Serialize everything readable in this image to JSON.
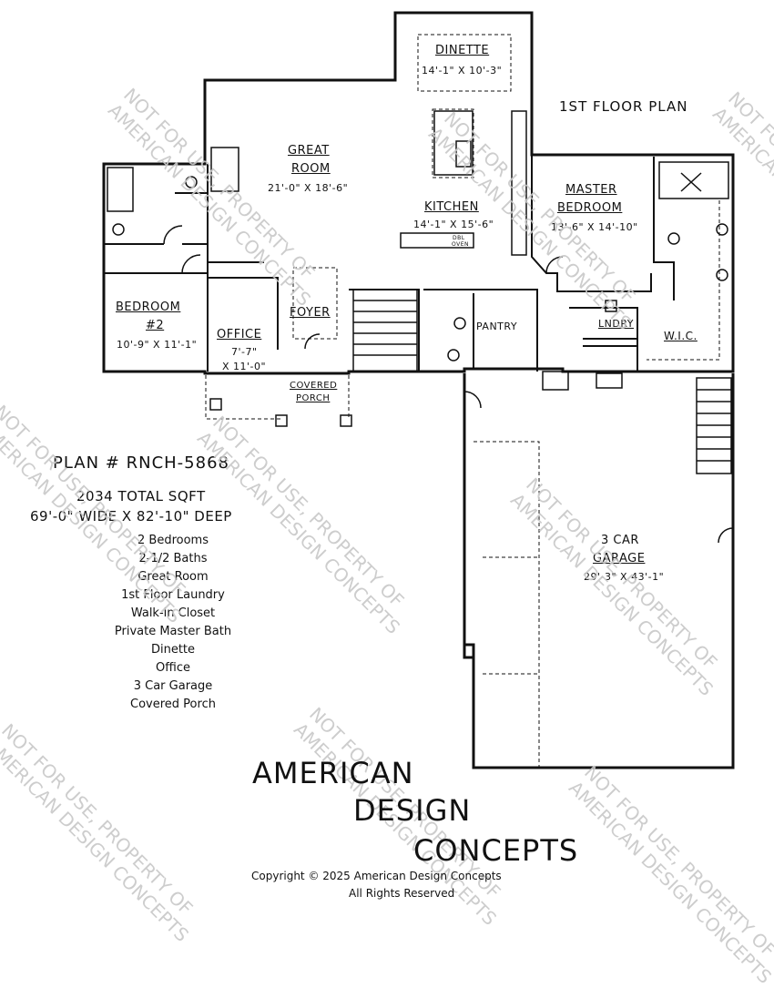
{
  "floor_plan_title": "1ST FLOOR PLAN",
  "rooms": {
    "dinette": {
      "name": "DINETTE",
      "dims": "14'-1\" X 10'-3\""
    },
    "great_room": {
      "name1": "GREAT",
      "name2": "ROOM",
      "dims": "21'-0\" X 18'-6\""
    },
    "kitchen": {
      "name": "KITCHEN",
      "dims": "14'-1\" X 15'-6\""
    },
    "master": {
      "name1": "MASTER",
      "name2": "BEDROOM",
      "dims": "13'-6\" X 14'-10\""
    },
    "bedroom2": {
      "name1": "BEDROOM",
      "name2": "#2",
      "dims": "10'-9\" X 11'-1\""
    },
    "office": {
      "name": "OFFICE",
      "dims1": "7'-7\"",
      "dims2": "X 11'-0\""
    },
    "foyer": {
      "name": "FOYER"
    },
    "pantry": {
      "name": "PANTRY"
    },
    "laundry": {
      "name": "LNDRY"
    },
    "wic": {
      "name": "W.I.C."
    },
    "porch": {
      "name1": "COVERED",
      "name2": "PORCH"
    },
    "garage": {
      "name1": "3 CAR",
      "name2": "GARAGE",
      "dims": "29'-3\" X 43'-1\""
    },
    "oven": {
      "name1": "DBL",
      "name2": "OVEN"
    }
  },
  "plan_info": {
    "plan_number": "PLAN # RNCH-5868",
    "sqft": "2034 TOTAL SQFT",
    "size": "69'-0\" WIDE X 82'-10\" DEEP",
    "features": [
      "2 Bedrooms",
      "2-1/2 Baths",
      "Great Room",
      "1st Floor Laundry",
      "Walk-in Closet",
      "Private Master Bath",
      "Dinette",
      "Office",
      "3 Car Garage",
      "Covered Porch"
    ]
  },
  "brand": {
    "line1": "AMERICAN",
    "line2": "DESIGN",
    "line3": "CONCEPTS"
  },
  "copyright": {
    "line1": "Copyright © 2025 American Design Concepts",
    "line2": "All Rights Reserved"
  },
  "watermark": {
    "line1": "NOT FOR USE, PROPERTY OF",
    "line2": "AMERICAN DESIGN CONCEPTS"
  },
  "colors": {
    "ink": "#111111",
    "watermark": "#c8c8c8"
  }
}
